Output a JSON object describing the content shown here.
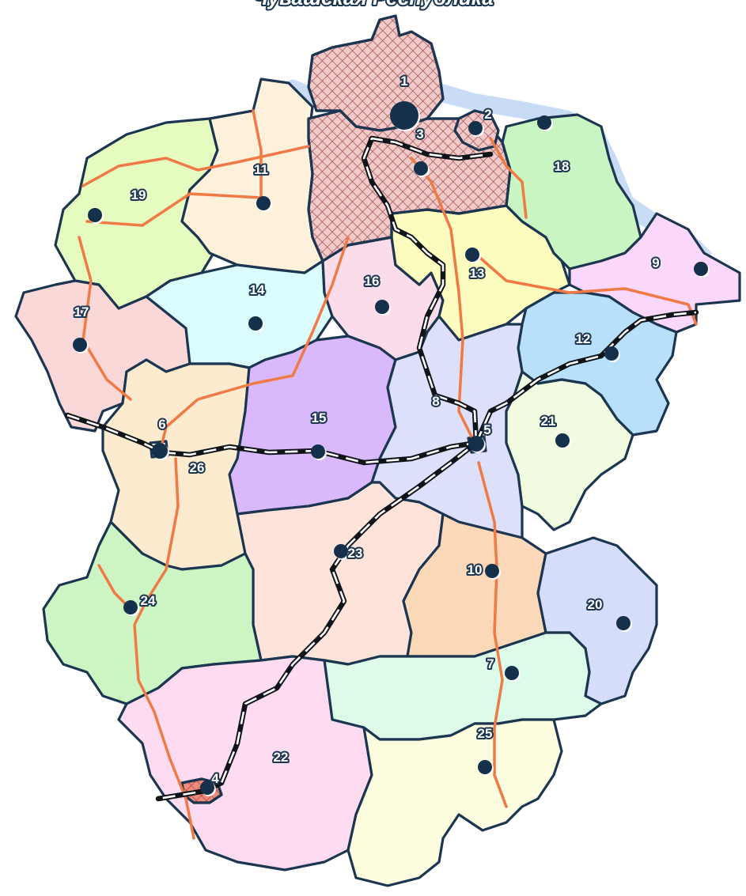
{
  "map": {
    "title": "Чувашская Республика",
    "colors": {
      "outline": "#1c3550",
      "road": "#ef7a45",
      "railway": "#101418",
      "marker": "#15304b",
      "hatch": "#c96b6b",
      "water": "#c8dcf5"
    },
    "regions": [
      {
        "id": "1",
        "label": "1",
        "fill": "#f2c9c9",
        "hatched": true
      },
      {
        "id": "2",
        "label": "2",
        "fill": "#f2c9c9",
        "hatched": true
      },
      {
        "id": "3",
        "label": "3",
        "fill": "#f2c9c9",
        "hatched": true
      },
      {
        "id": "4",
        "label": "4",
        "fill": "#f08a7a",
        "hatched": true
      },
      {
        "id": "5",
        "label": "5",
        "fill": "#ffffff",
        "hatched": false
      },
      {
        "id": "6",
        "label": "6",
        "fill": "#ffffff",
        "hatched": false
      },
      {
        "id": "7",
        "label": "7",
        "fill": "#dcfbe8",
        "hatched": false
      },
      {
        "id": "8",
        "label": "8",
        "fill": "#dde0fb",
        "hatched": false
      },
      {
        "id": "9",
        "label": "9",
        "fill": "#fbd8fb",
        "hatched": false
      },
      {
        "id": "10",
        "label": "10",
        "fill": "#fad8b8",
        "hatched": false
      },
      {
        "id": "11",
        "label": "11",
        "fill": "#fdf1dc",
        "hatched": false
      },
      {
        "id": "12",
        "label": "12",
        "fill": "#b8e0fa",
        "hatched": false
      },
      {
        "id": "13",
        "label": "13",
        "fill": "#fdfcbf",
        "hatched": false
      },
      {
        "id": "14",
        "label": "14",
        "fill": "#dafcfc",
        "hatched": false
      },
      {
        "id": "15",
        "label": "15",
        "fill": "#d9b8fb",
        "hatched": false
      },
      {
        "id": "16",
        "label": "16",
        "fill": "#fbdceb",
        "hatched": false
      },
      {
        "id": "17",
        "label": "17",
        "fill": "#fbd8d8",
        "hatched": false
      },
      {
        "id": "18",
        "label": "18",
        "fill": "#c9f5c2",
        "hatched": false
      },
      {
        "id": "19",
        "label": "19",
        "fill": "#e6fbc0",
        "hatched": false
      },
      {
        "id": "20",
        "label": "20",
        "fill": "#d6ddfb",
        "hatched": false
      },
      {
        "id": "21",
        "label": "21",
        "fill": "#f0fbdf",
        "hatched": false
      },
      {
        "id": "22",
        "label": "22",
        "fill": "#fddcf1",
        "hatched": false
      },
      {
        "id": "23",
        "label": "23",
        "fill": "#fde3da",
        "hatched": false
      },
      {
        "id": "24",
        "label": "24",
        "fill": "#cdf5c4",
        "hatched": false
      },
      {
        "id": "25",
        "label": "25",
        "fill": "#fdfde0",
        "hatched": false
      },
      {
        "id": "26",
        "label": "26",
        "fill": "#fdebcf",
        "hatched": false
      }
    ]
  }
}
